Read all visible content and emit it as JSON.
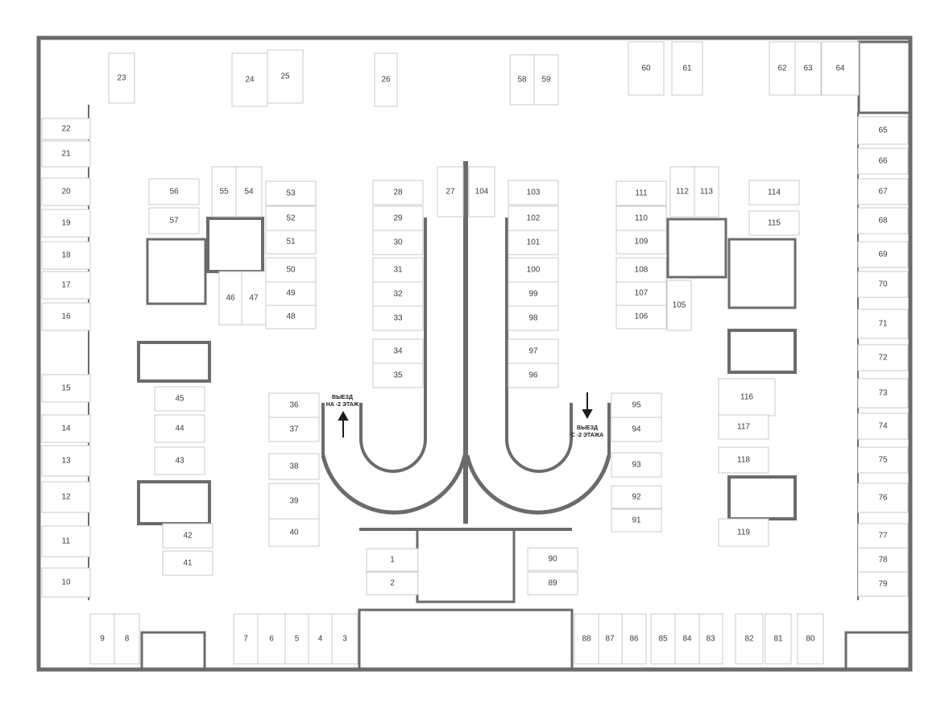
{
  "colors": {
    "wall": "#6b6b6b",
    "spot_border": "#c9c9c9",
    "accent": "#8fd3b0"
  },
  "captions": {
    "exit_up": [
      "ВЫЕЗД",
      "НА -2 ЭТАЖ"
    ],
    "exit_down": [
      "ВЫЕЗД",
      "С -2 ЭТАЖА"
    ]
  },
  "spots": [
    "1",
    "2",
    "3",
    "4",
    "5",
    "6",
    "7",
    "8",
    "9",
    "10",
    "11",
    "12",
    "13",
    "14",
    "15",
    "16",
    "17",
    "18",
    "19",
    "20",
    "21",
    "22",
    "23",
    "24",
    "25",
    "26",
    "27",
    "28",
    "29",
    "30",
    "31",
    "32",
    "33",
    "34",
    "35",
    "36",
    "37",
    "38",
    "39",
    "40",
    "41",
    "42",
    "43",
    "44",
    "45",
    "46",
    "47",
    "48",
    "49",
    "50",
    "51",
    "52",
    "53",
    "54",
    "55",
    "56",
    "57",
    "58",
    "59",
    "60",
    "61",
    "62",
    "63",
    "64",
    "65",
    "66",
    "67",
    "68",
    "69",
    "70",
    "71",
    "72",
    "73",
    "74",
    "75",
    "76",
    "77",
    "78",
    "79",
    "80",
    "81",
    "82",
    "83",
    "84",
    "85",
    "86",
    "87",
    "88",
    "89",
    "90",
    "91",
    "92",
    "93",
    "94",
    "95",
    "96",
    "97",
    "98",
    "99",
    "100",
    "101",
    "102",
    "103",
    "104",
    "105",
    "106",
    "107",
    "108",
    "109",
    "110",
    "111",
    "112",
    "113",
    "114",
    "115",
    "116",
    "117",
    "118",
    "119"
  ]
}
